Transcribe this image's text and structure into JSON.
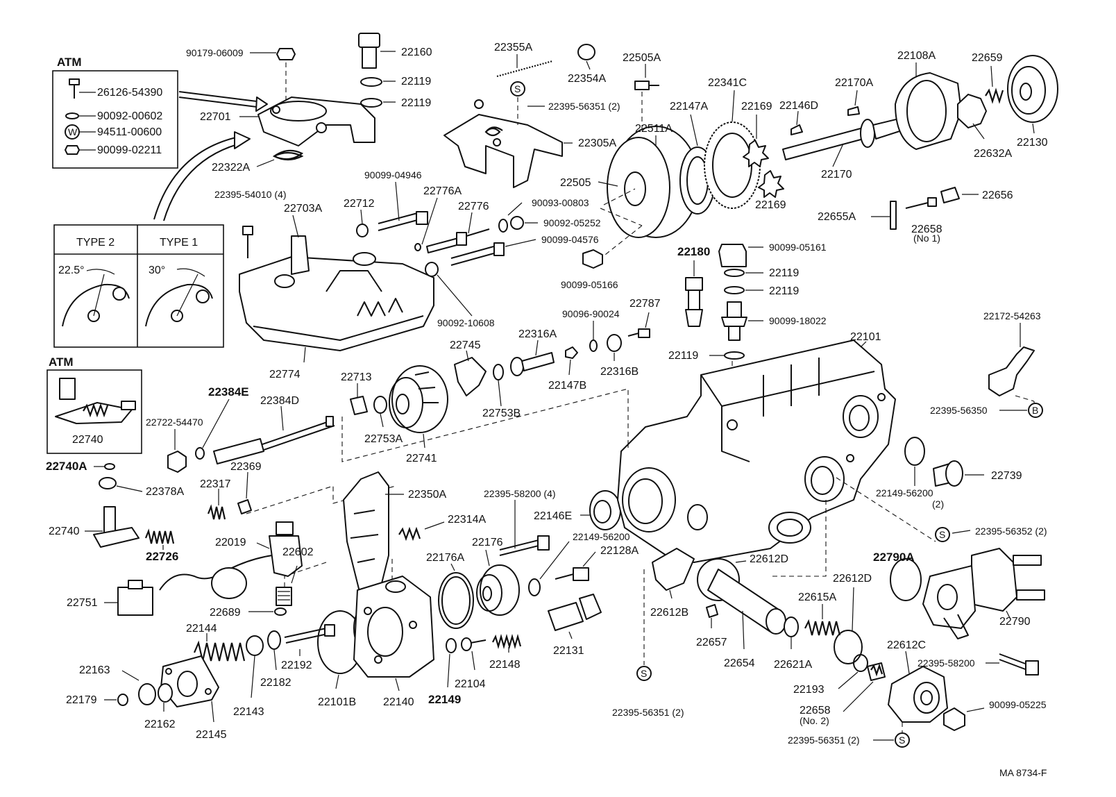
{
  "diagram": {
    "catalog_code": "MA  8734-F",
    "atm_label": "ATM",
    "atm_parts": [
      "26126-54390",
      "90092-00602",
      "94511-00600",
      "90099-02211"
    ],
    "washer_symbol": "W",
    "types": {
      "type2": {
        "label": "TYPE 2",
        "angle": "22.5°"
      },
      "type1": {
        "label": "TYPE 1",
        "angle": "30°"
      }
    },
    "s_symbol": "S",
    "b_symbol": "B",
    "parts": {
      "p90179_06009": "90179-06009",
      "p22160": "22160",
      "p22119_a": "22119",
      "p22119_b": "22119",
      "p22701": "22701",
      "p22322A": "22322A",
      "p22355A": "22355A",
      "p22354A": "22354A",
      "p22395_56351_a": "22395-56351 (2)",
      "p22305A": "22305A",
      "p22505A": "22505A",
      "p22511A": "22511A",
      "p22505": "22505",
      "p22147A": "22147A",
      "p22341C": "22341C",
      "p22169_a": "22169",
      "p22169_b": "22169",
      "p22146D": "22146D",
      "p22170A": "22170A",
      "p22108A": "22108A",
      "p22659": "22659",
      "p22130": "22130",
      "p22632A": "22632A",
      "p22170": "22170",
      "p22655A": "22655A",
      "p22658_1": "22658",
      "p22658_1_note": "(No 1)",
      "p22656": "22656",
      "p22395_54010": "22395-54010 (4)",
      "p22703A": "22703A",
      "p90099_04946": "90099-04946",
      "p22712": "22712",
      "p22776A": "22776A",
      "p22776": "22776",
      "p90093_00803": "90093-00803",
      "p90092_05252": "90092-05252",
      "p90099_04576": "90099-04576",
      "p90099_05166": "90099-05166",
      "p90092_10608": "90092-10608",
      "p22774": "22774",
      "p22180": "22180",
      "p90099_05161": "90099-05161",
      "p22119_c": "22119",
      "p22119_d": "22119",
      "p90099_18022": "90099-18022",
      "p22119_e": "22119",
      "p22787": "22787",
      "p90096_90024": "90096-90024",
      "p22316A": "22316A",
      "p22316B": "22316B",
      "p22147B": "22147B",
      "p22745": "22745",
      "p22753B": "22753B",
      "p22101": "22101",
      "p22172_54263": "22172-54263",
      "p22395_56350": "22395-56350",
      "p22740_atm": "22740",
      "p22722_54470": "22722-54470",
      "p22384E": "22384E",
      "p22384D": "22384D",
      "p22713": "22713",
      "p22753A": "22753A",
      "p22741": "22741",
      "p22740A": "22740A",
      "p22378A": "22378A",
      "p22317": "22317",
      "p22369": "22369",
      "p22740": "22740",
      "p22726": "22726",
      "p22350A": "22350A",
      "p22395_58200_4": "22395-58200 (4)",
      "p22314A": "22314A",
      "p22146E": "22146E",
      "p22149_56200_a": "22149-56200",
      "p22149_56200_b": "22149-56200",
      "p22149_56200_b_note": "(2)",
      "p22739": "22739",
      "p22395_56352": "22395-56352 (2)",
      "p22019": "22019",
      "p22602": "22602",
      "p22176A": "22176A",
      "p22176": "22176",
      "p22128A": "22128A",
      "p22612D_a": "22612D",
      "p22612D_b": "22612D",
      "p22790A": "22790A",
      "p22790": "22790",
      "p22751": "22751",
      "p22689": "22689",
      "p22144": "22144",
      "p22163": "22163",
      "p22179": "22179",
      "p22162": "22162",
      "p22145": "22145",
      "p22143": "22143",
      "p22182": "22182",
      "p22192": "22192",
      "p22101B": "22101B",
      "p22140": "22140",
      "p22149": "22149",
      "p22104": "22104",
      "p22148": "22148",
      "p22131": "22131",
      "p22612B": "22612B",
      "p22657": "22657",
      "p22654": "22654",
      "p22621A": "22621A",
      "p22615A": "22615A",
      "p22193": "22193",
      "p22658_2": "22658",
      "p22658_2_note": "(No. 2)",
      "p22612C": "22612C",
      "p22395_58200": "22395-58200",
      "p90099_05225": "90099-05225",
      "p22395_56351_b": "22395-56351 (2)",
      "p22395_56351_c": "22395-56351 (2)"
    }
  }
}
